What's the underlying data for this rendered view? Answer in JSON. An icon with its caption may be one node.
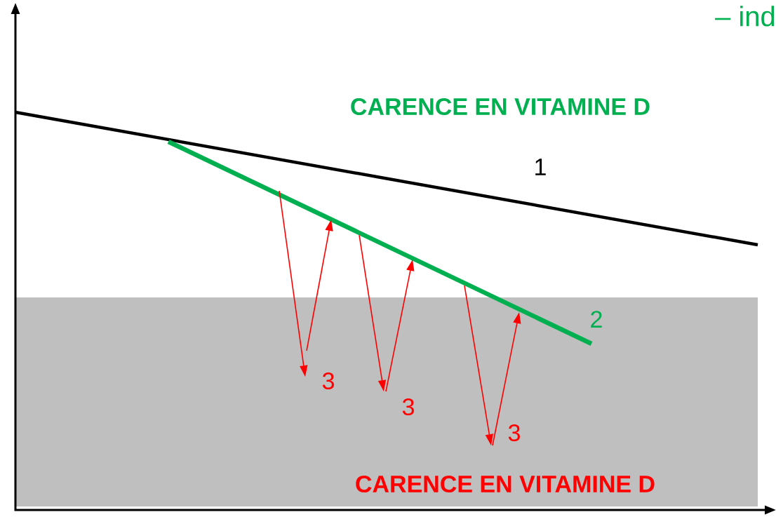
{
  "diagram": {
    "labels": [
      "– ind",
      "CARENCE EN VITAMINE D",
      "1",
      "2",
      "3",
      "3",
      "3",
      "CARENCE EN VITAMINE D"
    ]
  }
}
